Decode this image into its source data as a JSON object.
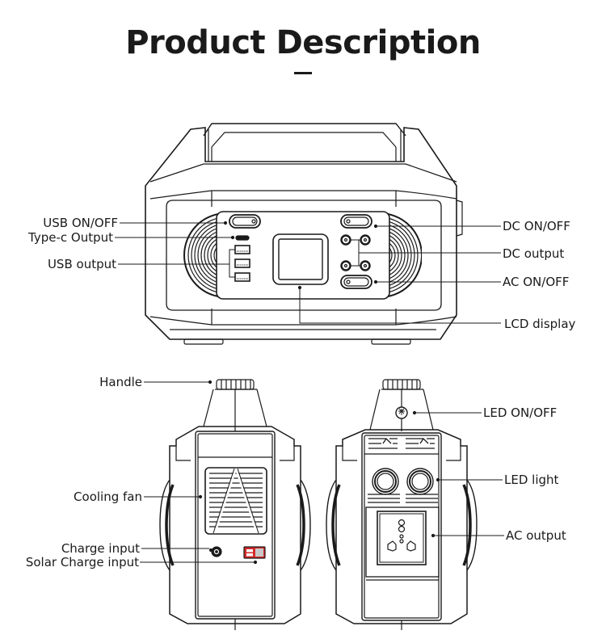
{
  "header": {
    "title": "Product Description"
  },
  "front_view": {
    "labels": {
      "usb_on_off": "USB ON/OFF",
      "type_c_output": "Type-c Output",
      "usb_output": "USB output",
      "dc_on_off": "DC ON/OFF",
      "dc_output": "DC output",
      "ac_on_off": "AC ON/OFF",
      "lcd_display": "LCD display"
    }
  },
  "side_view_left": {
    "labels": {
      "handle": "Handle",
      "cooling_fan": "Cooling fan",
      "charge_input": "Charge input",
      "solar_charge_input": "Solar Charge input"
    }
  },
  "side_view_right": {
    "labels": {
      "led_on_off": "LED ON/OFF",
      "led_light": "LED light",
      "ac_output": "AC output"
    }
  },
  "colors": {
    "line": "#1a1a1a",
    "accent_red": "#d42a2a",
    "background": "#ffffff"
  }
}
